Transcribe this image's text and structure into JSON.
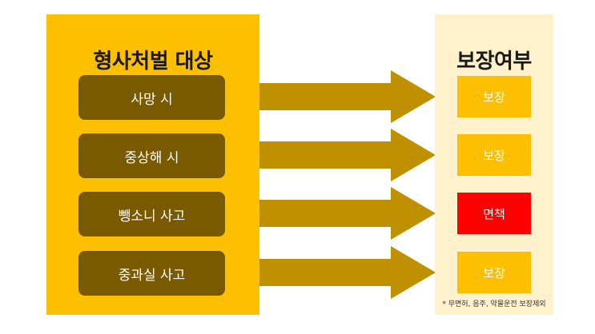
{
  "left_title": "형사처벌 대상",
  "right_title": "보장여부",
  "cases": [
    {
      "label": "사망 시"
    },
    {
      "label": "중상해 시"
    },
    {
      "label": "뺑소니 사고"
    },
    {
      "label": "중과실 사고"
    }
  ],
  "results": [
    {
      "label": "보장",
      "color": "#fcc000"
    },
    {
      "label": "보장",
      "color": "#fcc000"
    },
    {
      "label": "면책",
      "color": "#ff0000"
    },
    {
      "label": "보장",
      "color": "#fcc000"
    }
  ],
  "footnote": "* 무면허, 음주, 약물운전 보장제외",
  "colors": {
    "left_panel": "#fcc000",
    "case_box": "#7a5a00",
    "arrow": "#bf9000",
    "right_panel": "#fff1cc",
    "covered": "#fcc000",
    "exempt": "#ff0000"
  }
}
